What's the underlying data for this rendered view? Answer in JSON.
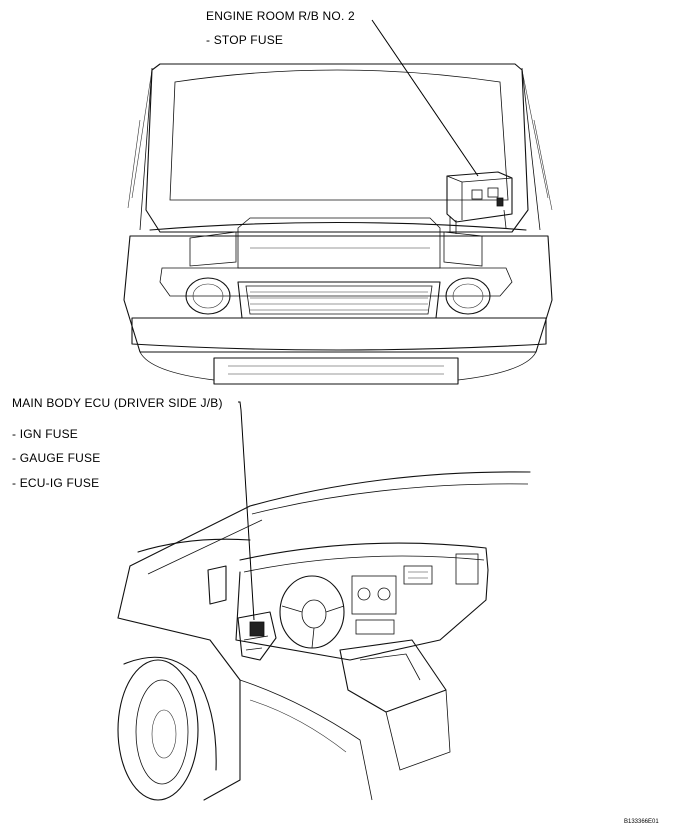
{
  "callouts": {
    "engine_room": {
      "title": "ENGINE ROOM R/B NO. 2",
      "items": [
        "- STOP FUSE"
      ]
    },
    "main_body": {
      "title": "MAIN BODY ECU (DRIVER SIDE J/B)",
      "items": [
        "- IGN FUSE",
        "- GAUGE FUSE",
        "- ECU-IG FUSE"
      ]
    }
  },
  "figure_code": "B133366E01"
}
